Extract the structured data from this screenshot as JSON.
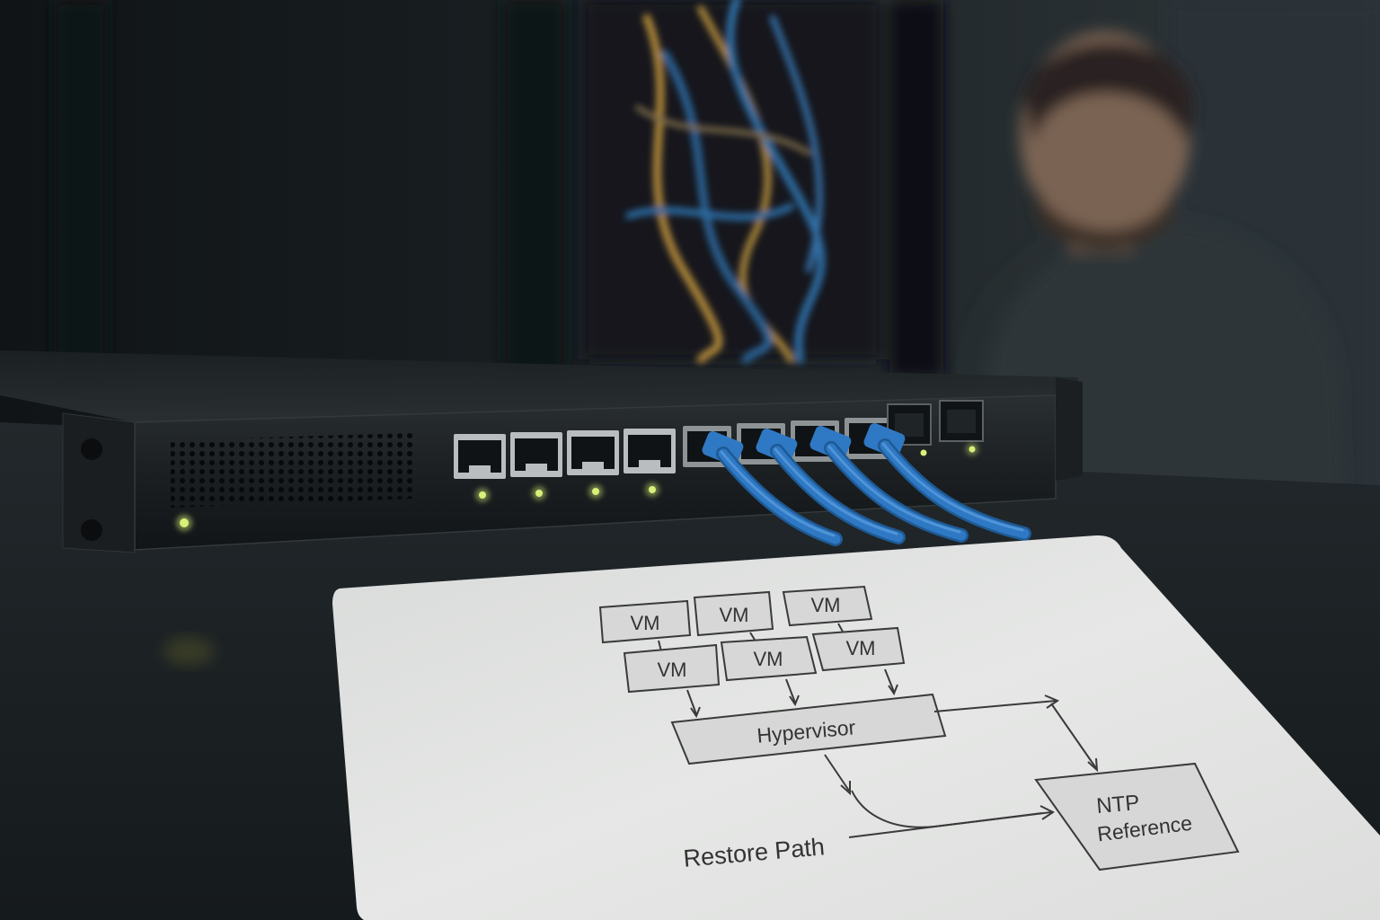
{
  "scene": {
    "switch": {
      "port_count_left_group": 4,
      "port_count_right_group": 4,
      "sfp_port_count": 2,
      "cabled_ports": 4,
      "cable_color": "#2f78c4",
      "led_color": "#d8f078"
    }
  },
  "diagram": {
    "vm_top_row": [
      "VM",
      "VM",
      "VM"
    ],
    "vm_bottom_row": [
      "VM",
      "VM",
      "VM"
    ],
    "hypervisor_label": "Hypervisor",
    "ntp_line1": "NTP",
    "ntp_line2": "Reference",
    "restore_label": "Restore Path"
  },
  "colors": {
    "background": "#14191b",
    "rack_dark": "#1b2124",
    "desk": "#1f2427",
    "paper": "#e4e5e4",
    "box_fill": "#d6d7d6",
    "line": "#3a3a3a"
  }
}
